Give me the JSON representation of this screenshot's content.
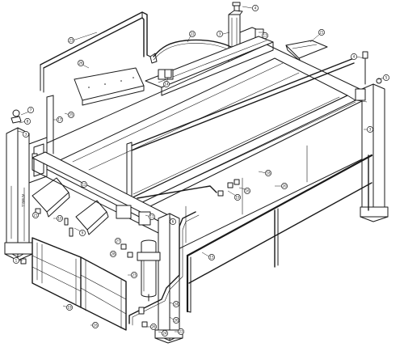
{
  "figure": {
    "post_label": "ATWELL"
  },
  "balloons": [
    {
      "id": "b-top-right-post-cap",
      "label": "4"
    },
    {
      "id": "b-hose-top",
      "label": "22"
    },
    {
      "id": "b-left-rail-top",
      "label": "23"
    },
    {
      "id": "b-rear-post-body",
      "label": "3"
    },
    {
      "id": "b-rear-bracket",
      "label": "13"
    },
    {
      "id": "b-ramp-right",
      "label": "21"
    },
    {
      "id": "b-plate",
      "label": "26"
    },
    {
      "id": "b-fitting-mid",
      "label": "14"
    },
    {
      "id": "b-right-post-top",
      "label": "4"
    },
    {
      "id": "b-right-post-switch",
      "label": "5"
    },
    {
      "id": "b-left-cap-top",
      "label": "7"
    },
    {
      "id": "b-left-cap-bottom",
      "label": "8"
    },
    {
      "id": "b-left-post",
      "label": "3"
    },
    {
      "id": "b-left-rail-post",
      "label": "17"
    },
    {
      "id": "b-deck-inner",
      "label": "25"
    },
    {
      "id": "b-right-deck",
      "label": "3"
    },
    {
      "id": "b-crossbeam-left",
      "label": "12"
    },
    {
      "id": "b-runway-center",
      "label": "18"
    },
    {
      "id": "b-fitting-a",
      "label": "16"
    },
    {
      "id": "b-fitting-b",
      "label": "20"
    },
    {
      "id": "b-fitting-c",
      "label": "19"
    },
    {
      "id": "b-ramp-left-label",
      "label": "21"
    },
    {
      "id": "b-front-post-top",
      "label": "6"
    },
    {
      "id": "b-cylinder-bracket",
      "label": "11"
    },
    {
      "id": "b-rail-front",
      "label": "15"
    },
    {
      "id": "b-lock-left",
      "label": "10"
    },
    {
      "id": "b-lock-right",
      "label": "9"
    },
    {
      "id": "b-pump",
      "label": "23"
    },
    {
      "id": "b-pump-fitting-1",
      "label": "24"
    },
    {
      "id": "b-pump-fitting-2",
      "label": "26"
    },
    {
      "id": "b-gate-left",
      "label": "1"
    },
    {
      "id": "b-gate-bottom",
      "label": "19"
    },
    {
      "id": "b-gate-right",
      "label": "16"
    },
    {
      "id": "b-front-base-1",
      "label": "26"
    },
    {
      "id": "b-front-base-2",
      "label": "24"
    },
    {
      "id": "b-front-base-3",
      "label": "23"
    },
    {
      "id": "b-small-27",
      "label": "27"
    },
    {
      "id": "b-small-28",
      "label": "28"
    }
  ]
}
